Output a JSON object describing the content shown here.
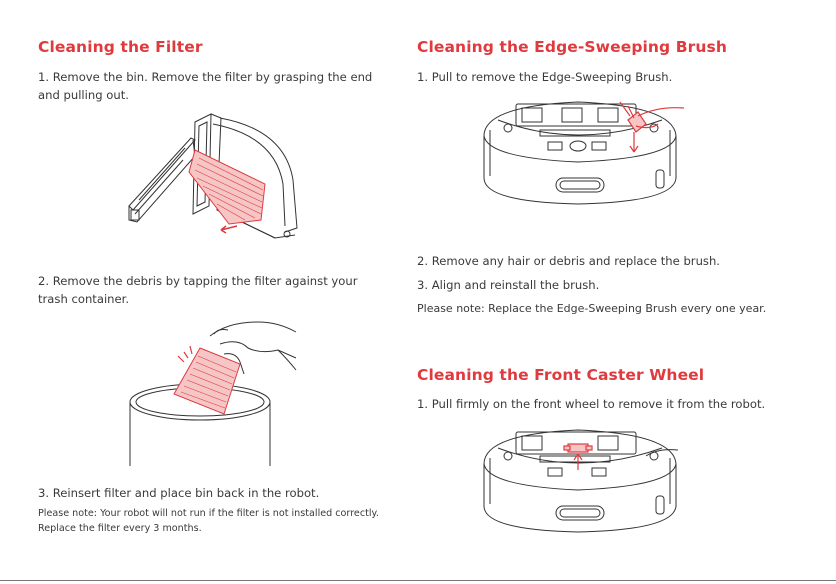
{
  "left": {
    "title": "Cleaning the Filter",
    "step1": "1. Remove the bin. Remove the filter by grasping the end and pulling out.",
    "step2": "2. Remove the debris by tapping the filter against your trash container.",
    "step3": "3. Reinsert filter and place bin back in the robot.",
    "note_line1": "Please note: Your robot will not run if the filter is not installed correctly.",
    "note_line2": "Replace the filter every 3 months."
  },
  "right_brush": {
    "title": "Cleaning the Edge-Sweeping Brush",
    "step1": "1. Pull to remove the Edge-Sweeping Brush.",
    "step2": "2. Remove any hair or debris and replace the brush.",
    "step3": "3. Align and reinstall the brush.",
    "note": "Please note: Replace the Edge-Sweeping Brush every one year."
  },
  "right_caster": {
    "title": "Cleaning the Front Caster Wheel",
    "step1": "1. Pull firmly on the front wheel to remove it from the robot."
  },
  "colors": {
    "accent": "#e03a3e",
    "text": "#3a3a3a",
    "line": "#333333"
  }
}
